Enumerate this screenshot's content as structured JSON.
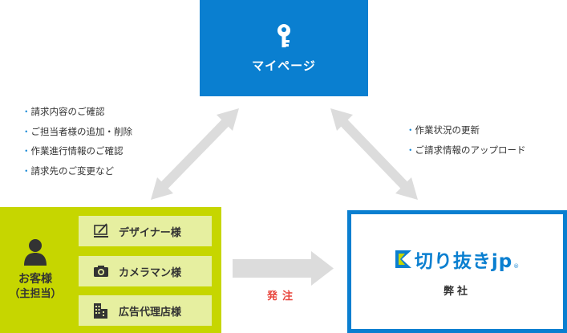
{
  "mypage": {
    "title": "マイページ",
    "icon": "key-icon",
    "color": "#0a7fd0"
  },
  "customer_tasks": [
    "請求内容のご確認",
    "ご担当者様の追加・削除",
    "作業進行情報のご確認",
    "請求先のご変更など"
  ],
  "company_tasks": [
    "作業状況の更新",
    "ご請求情報のアップロード"
  ],
  "customer": {
    "name": "お客様",
    "sub": "（主担当）",
    "icon": "person-icon",
    "color": "#c6d600",
    "members": [
      {
        "label": "デザイナー様",
        "icon": "monitor-pen-icon"
      },
      {
        "label": "カメラマン様",
        "icon": "camera-icon"
      },
      {
        "label": "広告代理店様",
        "icon": "building-icon"
      }
    ]
  },
  "order": {
    "label": "発注",
    "color": "#e8453c"
  },
  "company": {
    "logo_text": "切り抜きjp",
    "logo_reg": "®",
    "sub": "弊社",
    "color": "#0a7fd0"
  }
}
